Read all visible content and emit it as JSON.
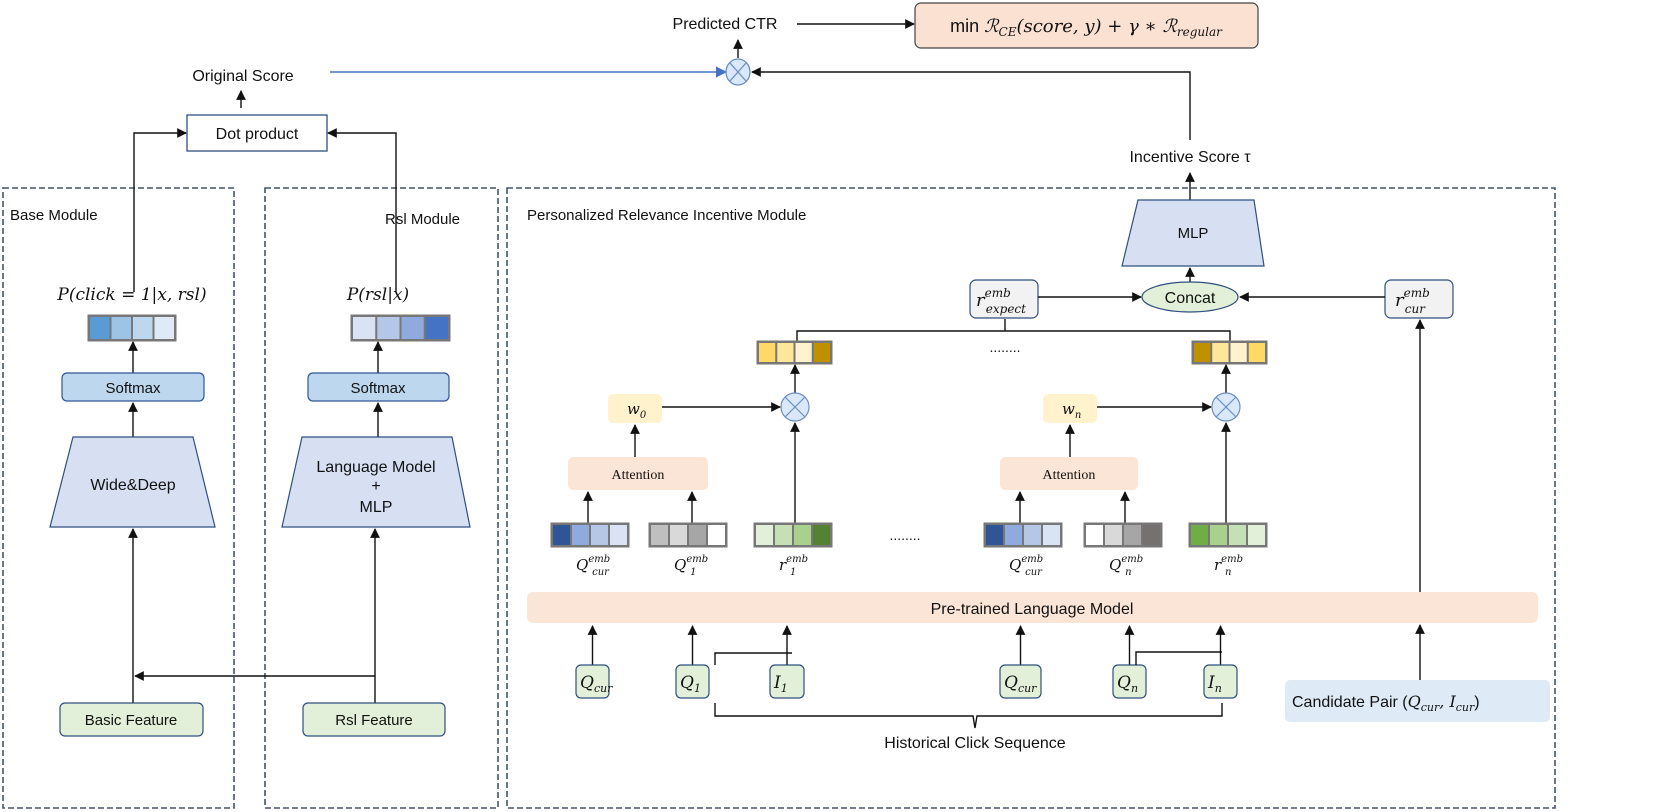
{
  "top": {
    "original_score": "Original Score",
    "dot_product": "Dot product",
    "predicted_ctr": "Predicted CTR",
    "loss": {
      "min": "min ",
      "r1": "ℛ",
      "r1_sub": "CE",
      "mid": "(score, y) + γ ∗ ",
      "r2": "ℛ",
      "r2_sub": "regular"
    },
    "incentive_score": "Incentive Score τ"
  },
  "base_module": {
    "title": "Base Module",
    "output_label": "P(click = 1|x, rsl)",
    "output_colors": [
      "#5b9bd5",
      "#9dc3e6",
      "#bdd7ee",
      "#deebf7"
    ],
    "softmax": "Softmax",
    "model": "Wide&Deep",
    "feature": "Basic Feature"
  },
  "rsl_module": {
    "title": "Rsl Module",
    "output_label": "P(rsl|x)",
    "output_colors": [
      "#dae3f3",
      "#b4c7e7",
      "#8faadc",
      "#4472c4"
    ],
    "softmax": "Softmax",
    "model_line1": "Language Model",
    "model_line2": "+",
    "model_line3": "MLP",
    "feature": "Rsl Feature"
  },
  "prim": {
    "title": "Personalized Relevance Incentive Module",
    "mlp": "MLP",
    "concat": "Concat",
    "r_expect": {
      "base": "r",
      "sup": "emb",
      "sub": "expect"
    },
    "r_cur": {
      "base": "r",
      "sup": "emb",
      "sub": "cur"
    },
    "ellipsis": "........",
    "weighted_colors_left": [
      "#ffd966",
      "#ffe699",
      "#fff2cc",
      "#bf9000"
    ],
    "weighted_colors_right": [
      "#bf9000",
      "#ffe699",
      "#fff2cc",
      "#ffd966"
    ],
    "weights": [
      {
        "base": "w",
        "sub": "0"
      },
      {
        "base": "w",
        "sub": "n"
      }
    ],
    "attention": "Attention",
    "embeddings": [
      {
        "base": "Q",
        "sup": "emb",
        "sub": "cur",
        "colors": [
          "#2f5597",
          "#8faadc",
          "#b4c7e7",
          "#dae3f3"
        ]
      },
      {
        "base": "Q",
        "sup": "emb",
        "sub": "1",
        "colors": [
          "#bfbfbf",
          "#d9d9d9",
          "#a6a6a6",
          "#ffffff"
        ]
      },
      {
        "base": "r",
        "sup": "emb",
        "sub": "1",
        "colors": [
          "#e2f0d9",
          "#c5e0b4",
          "#a9d18e",
          "#548235"
        ]
      },
      {
        "base": "Q",
        "sup": "emb",
        "sub": "cur",
        "colors": [
          "#2f5597",
          "#8faadc",
          "#b4c7e7",
          "#dae3f3"
        ]
      },
      {
        "base": "Q",
        "sup": "emb",
        "sub": "n",
        "colors": [
          "#ffffff",
          "#d9d9d9",
          "#a6a6a6",
          "#767171"
        ]
      },
      {
        "base": "r",
        "sup": "emb",
        "sub": "n",
        "colors": [
          "#70ad47",
          "#a9d18e",
          "#c5e0b4",
          "#e2f0d9"
        ]
      }
    ],
    "plm": "Pre-trained Language Model",
    "inputs": [
      {
        "base": "Q",
        "sub": "cur"
      },
      {
        "base": "Q",
        "sub": "1"
      },
      {
        "base": "I",
        "sub": "1"
      },
      {
        "base": "Q",
        "sub": "cur"
      },
      {
        "base": "Q",
        "sub": "n"
      },
      {
        "base": "I",
        "sub": "n"
      }
    ],
    "history_label": "Historical Click Sequence",
    "candidate": {
      "label": "Candidate Pair  (",
      "q": "Q",
      "q_sub": "cur",
      "sep": ", ",
      "i": "I",
      "i_sub": "cur",
      "close": ")"
    }
  }
}
